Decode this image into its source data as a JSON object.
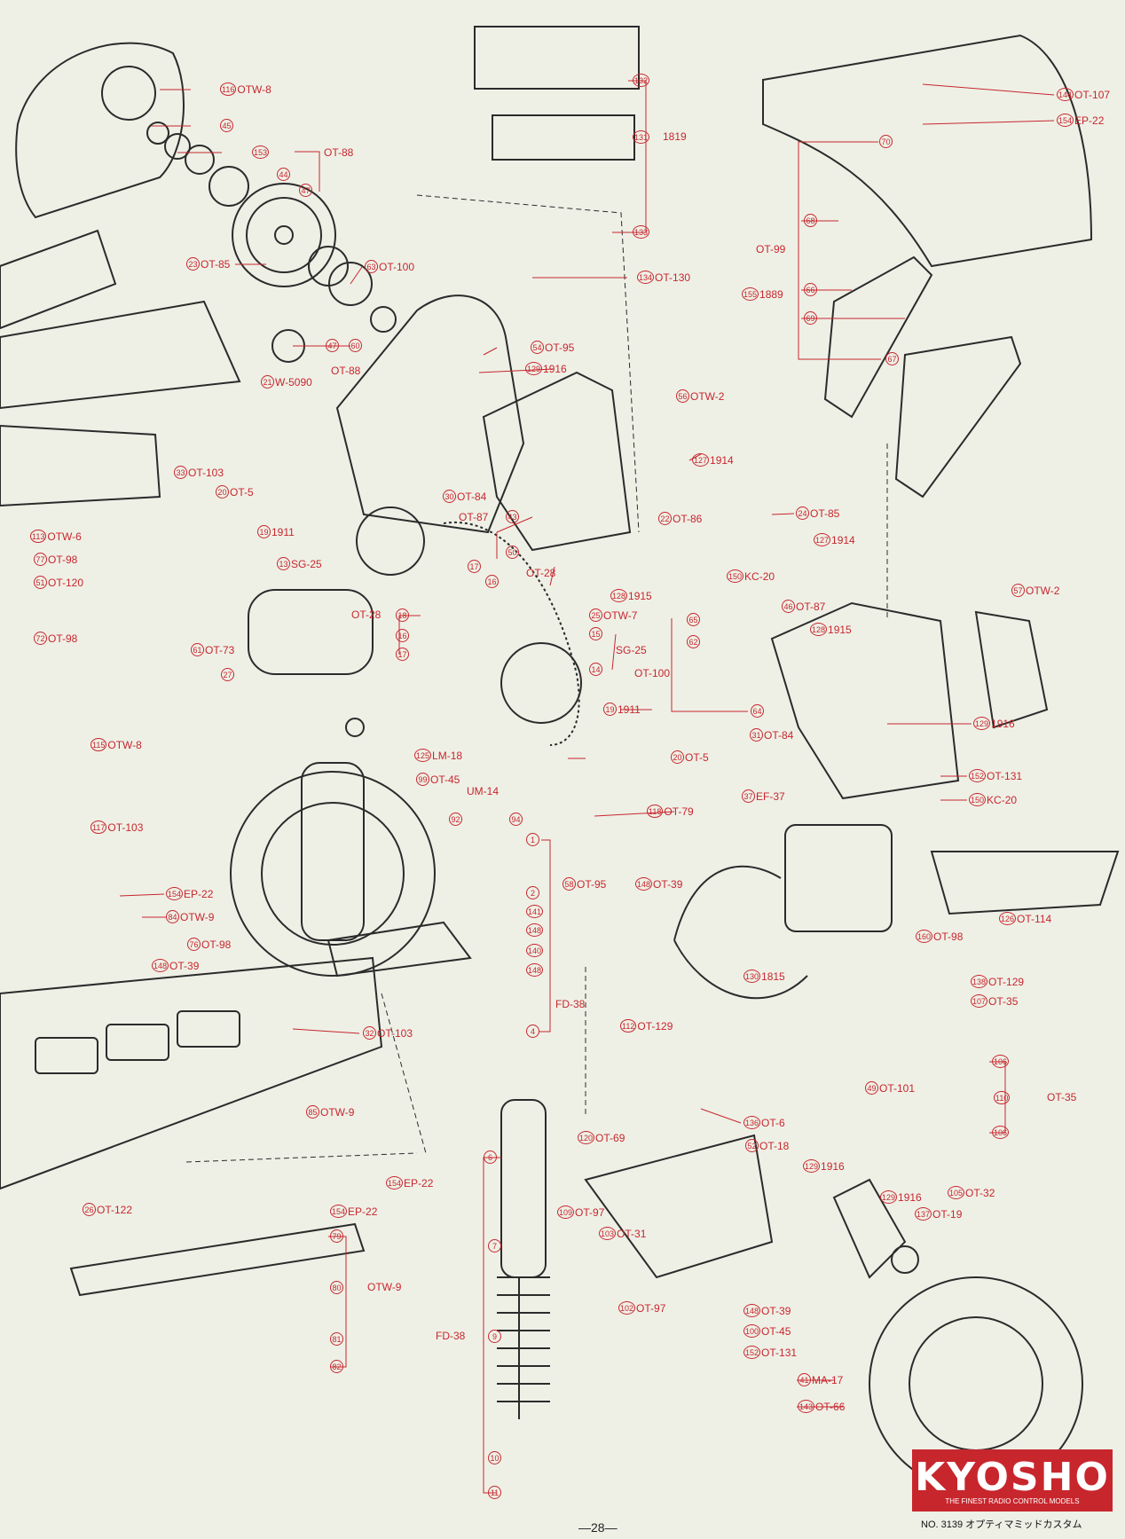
{
  "colors": {
    "accent": "#c8262d",
    "paper": "#eef0e6",
    "ink": "#2b2b2b",
    "logo_bg": "#c8262d"
  },
  "callouts": [
    {
      "id": "c116",
      "num": "116",
      "code": "OTW-8"
    },
    {
      "id": "c45",
      "num": "45",
      "code": ""
    },
    {
      "id": "c153",
      "num": "153",
      "code": ""
    },
    {
      "id": "c44",
      "num": "44",
      "code": ""
    },
    {
      "id": "c47a",
      "num": "47",
      "code": ""
    },
    {
      "id": "c23",
      "num": "23",
      "code": "OT-85"
    },
    {
      "id": "c63",
      "num": "63",
      "code": "OT-100"
    },
    {
      "id": "c47b",
      "num": "47",
      "code": ""
    },
    {
      "id": "c60",
      "num": "60",
      "code": ""
    },
    {
      "id": "c21",
      "num": "21",
      "code": "W-5090"
    },
    {
      "id": "c33",
      "num": "33",
      "code": "OT-103"
    },
    {
      "id": "c20a",
      "num": "20",
      "code": "OT-5"
    },
    {
      "id": "c113",
      "num": "113",
      "code": "OTW-6"
    },
    {
      "id": "c77",
      "num": "77",
      "code": "OT-98"
    },
    {
      "id": "c51",
      "num": "51",
      "code": "OT-120"
    },
    {
      "id": "c72",
      "num": "72",
      "code": "OT-98"
    },
    {
      "id": "c19a",
      "num": "19",
      "code": "1911"
    },
    {
      "id": "c13",
      "num": "13",
      "code": "SG-25"
    },
    {
      "id": "c61",
      "num": "61",
      "code": "OT-73"
    },
    {
      "id": "c27",
      "num": "27",
      "code": ""
    },
    {
      "id": "c132",
      "num": "132",
      "code": ""
    },
    {
      "id": "c131",
      "num": "131",
      "code": ""
    },
    {
      "id": "c133",
      "num": "133",
      "code": ""
    },
    {
      "id": "c134",
      "num": "134",
      "code": "OT-130"
    },
    {
      "id": "c54",
      "num": "54",
      "code": "OT-95"
    },
    {
      "id": "c129a",
      "num": "129",
      "code": "1916"
    },
    {
      "id": "c30",
      "num": "30",
      "code": "OT-84"
    },
    {
      "id": "c43",
      "num": "43",
      "code": ""
    },
    {
      "id": "c50",
      "num": "50",
      "code": ""
    },
    {
      "id": "c17a",
      "num": "17",
      "code": ""
    },
    {
      "id": "c16a",
      "num": "16",
      "code": ""
    },
    {
      "id": "c18",
      "num": "18",
      "code": ""
    },
    {
      "id": "c16b",
      "num": "16",
      "code": ""
    },
    {
      "id": "c17b",
      "num": "17",
      "code": ""
    },
    {
      "id": "c25",
      "num": "25",
      "code": "OTW-7"
    },
    {
      "id": "c15",
      "num": "15",
      "code": ""
    },
    {
      "id": "c14",
      "num": "14",
      "code": ""
    },
    {
      "id": "c19b",
      "num": "19",
      "code": "1911"
    },
    {
      "id": "c20b",
      "num": "20",
      "code": "OT-5"
    },
    {
      "id": "c125",
      "num": "125",
      "code": "LM-18"
    },
    {
      "id": "c115",
      "num": "115",
      "code": "OTW-8"
    },
    {
      "id": "c117",
      "num": "117",
      "code": "OT-103"
    },
    {
      "id": "c99",
      "num": "99",
      "code": "OT-45"
    },
    {
      "id": "c92",
      "num": "92",
      "code": ""
    },
    {
      "id": "c94",
      "num": "94",
      "code": ""
    },
    {
      "id": "c1",
      "num": "1",
      "code": ""
    },
    {
      "id": "c2",
      "num": "2",
      "code": ""
    },
    {
      "id": "c141",
      "num": "141",
      "code": ""
    },
    {
      "id": "c148a",
      "num": "148",
      "code": ""
    },
    {
      "id": "c140",
      "num": "140",
      "code": ""
    },
    {
      "id": "c148b",
      "num": "148",
      "code": ""
    },
    {
      "id": "c4",
      "num": "4",
      "code": ""
    },
    {
      "id": "c118",
      "num": "118",
      "code": "OT-79"
    },
    {
      "id": "c154a",
      "num": "154",
      "code": "EP-22"
    },
    {
      "id": "c84",
      "num": "84",
      "code": "OTW-9"
    },
    {
      "id": "c76",
      "num": "76",
      "code": "OT-98"
    },
    {
      "id": "c148c",
      "num": "148",
      "code": "OT-39"
    },
    {
      "id": "c32",
      "num": "32",
      "code": "OT-103"
    },
    {
      "id": "c58",
      "num": "58",
      "code": "OT-95"
    },
    {
      "id": "c148d",
      "num": "148",
      "code": "OT-39"
    },
    {
      "id": "c85",
      "num": "85",
      "code": "OTW-9"
    },
    {
      "id": "c154b",
      "num": "154",
      "code": "EP-22"
    },
    {
      "id": "c26",
      "num": "26",
      "code": "OT-122"
    },
    {
      "id": "c154c",
      "num": "154",
      "code": "EP-22"
    },
    {
      "id": "c79",
      "num": "79",
      "code": ""
    },
    {
      "id": "c80",
      "num": "80",
      "code": ""
    },
    {
      "id": "c81",
      "num": "81",
      "code": ""
    },
    {
      "id": "c82",
      "num": "82",
      "code": ""
    },
    {
      "id": "c6",
      "num": "6",
      "code": ""
    },
    {
      "id": "c7",
      "num": "7",
      "code": ""
    },
    {
      "id": "c9",
      "num": "9",
      "code": ""
    },
    {
      "id": "c10",
      "num": "10",
      "code": ""
    },
    {
      "id": "c11",
      "num": "11",
      "code": ""
    },
    {
      "id": "c120",
      "num": "120",
      "code": "OT-69"
    },
    {
      "id": "c109",
      "num": "109",
      "code": "OT-97"
    },
    {
      "id": "c103",
      "num": "103",
      "code": "OT-31"
    },
    {
      "id": "c102",
      "num": "102",
      "code": "OT-97"
    },
    {
      "id": "c144",
      "num": "144",
      "code": "OT-107"
    },
    {
      "id": "c154d",
      "num": "154",
      "code": "EP-22"
    },
    {
      "id": "c70",
      "num": "70",
      "code": ""
    },
    {
      "id": "c68",
      "num": "68",
      "code": ""
    },
    {
      "id": "c155",
      "num": "155",
      "code": "1889"
    },
    {
      "id": "c66",
      "num": "66",
      "code": ""
    },
    {
      "id": "c69",
      "num": "69",
      "code": ""
    },
    {
      "id": "c67",
      "num": "67",
      "code": ""
    },
    {
      "id": "c56",
      "num": "56",
      "code": "OTW-2"
    },
    {
      "id": "c127a",
      "num": "127",
      "code": "1914"
    },
    {
      "id": "c22",
      "num": "22",
      "code": "OT-86"
    },
    {
      "id": "c24",
      "num": "24",
      "code": "OT-85"
    },
    {
      "id": "c127b",
      "num": "127",
      "code": "1914"
    },
    {
      "id": "c150a",
      "num": "150",
      "code": "KC-20"
    },
    {
      "id": "c46",
      "num": "46",
      "code": "OT-87"
    },
    {
      "id": "c128a",
      "num": "128",
      "code": "1915"
    },
    {
      "id": "c65",
      "num": "65",
      "code": ""
    },
    {
      "id": "c62",
      "num": "62",
      "code": ""
    },
    {
      "id": "c128b",
      "num": "128",
      "code": "1915"
    },
    {
      "id": "c64",
      "num": "64",
      "code": ""
    },
    {
      "id": "c31",
      "num": "31",
      "code": "OT-84"
    },
    {
      "id": "c129b",
      "num": "129",
      "code": "1916"
    },
    {
      "id": "c57",
      "num": "57",
      "code": "OTW-2"
    },
    {
      "id": "c37",
      "num": "37",
      "code": "EF-37"
    },
    {
      "id": "c152a",
      "num": "152",
      "code": "OT-131"
    },
    {
      "id": "c150b",
      "num": "150",
      "code": "KC-20"
    },
    {
      "id": "c126",
      "num": "126",
      "code": "OT-114"
    },
    {
      "id": "c160",
      "num": "160",
      "code": "OT-98"
    },
    {
      "id": "c130",
      "num": "130",
      "code": "1815"
    },
    {
      "id": "c138",
      "num": "138",
      "code": "OT-129"
    },
    {
      "id": "c107",
      "num": "107",
      "code": "OT-35"
    },
    {
      "id": "c112",
      "num": "112",
      "code": "OT-129"
    },
    {
      "id": "c106a",
      "num": "106",
      "code": ""
    },
    {
      "id": "c49",
      "num": "49",
      "code": "OT-101"
    },
    {
      "id": "c110",
      "num": "110",
      "code": ""
    },
    {
      "id": "c106b",
      "num": "106",
      "code": ""
    },
    {
      "id": "c136",
      "num": "136",
      "code": "OT-6"
    },
    {
      "id": "c52",
      "num": "52",
      "code": "OT-18"
    },
    {
      "id": "c129c",
      "num": "129",
      "code": "1916"
    },
    {
      "id": "c105",
      "num": "105",
      "code": "OT-32"
    },
    {
      "id": "c129d",
      "num": "129",
      "code": "1916"
    },
    {
      "id": "c137",
      "num": "137",
      "code": "OT-19"
    },
    {
      "id": "c148e",
      "num": "148",
      "code": "OT-39"
    },
    {
      "id": "c100",
      "num": "100",
      "code": "OT-45"
    },
    {
      "id": "c152b",
      "num": "152",
      "code": "OT-131"
    },
    {
      "id": "c41",
      "num": "41",
      "code": "MA-17"
    },
    {
      "id": "c143",
      "num": "143",
      "code": "OT-66"
    }
  ],
  "group_labels": [
    {
      "id": "g_ot88a",
      "text": "OT-88"
    },
    {
      "id": "g_ot88b",
      "text": "OT-88"
    },
    {
      "id": "g_1819",
      "text": "1819"
    },
    {
      "id": "g_ot87",
      "text": "OT-87"
    },
    {
      "id": "g_ot28a",
      "text": "OT-28"
    },
    {
      "id": "g_ot28b",
      "text": "OT-28"
    },
    {
      "id": "g_sg25",
      "text": "SG-25"
    },
    {
      "id": "g_um14",
      "text": "UM-14"
    },
    {
      "id": "g_fd38a",
      "text": "FD-38"
    },
    {
      "id": "g_otw9",
      "text": "OTW-9"
    },
    {
      "id": "g_fd38b",
      "text": "FD-38"
    },
    {
      "id": "g_ot99",
      "text": "OT-99"
    },
    {
      "id": "g_ot100",
      "text": "OT-100"
    },
    {
      "id": "g_ot35",
      "text": "OT-35"
    }
  ],
  "logo": {
    "text": "KYOSHO",
    "tagline": "THE FINEST RADIO CONTROL MODELS"
  },
  "footer_note": "NO. 3139 オプティマミッドカスタム",
  "page_number": "—28—"
}
